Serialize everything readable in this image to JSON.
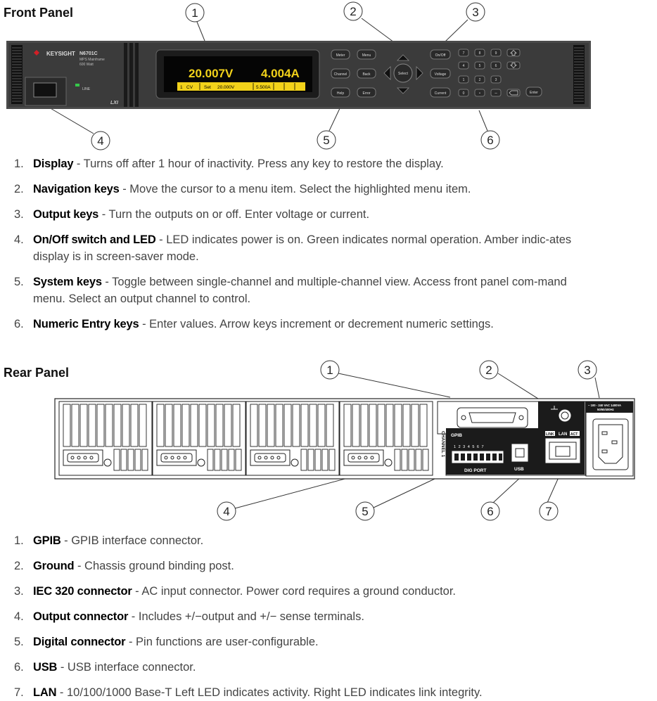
{
  "front": {
    "title": "Front Panel",
    "brand": "KEYSIGHT",
    "model": "N6701C",
    "model_sub1": "MPS Mainframe",
    "model_sub2": "600 Watt",
    "line_label": "LINE",
    "lxi_label": "LXI",
    "display": {
      "voltage": "20.007V",
      "current": "4.004A",
      "status": [
        "1",
        "CV",
        "Set",
        "20.000V",
        "5.500A"
      ]
    },
    "system_keys": [
      "Meter",
      "Menu",
      "Channel",
      "Back",
      "Help",
      "Error"
    ],
    "select_label": "Select",
    "output_keys": [
      "On/Off",
      "Voltage",
      "Current"
    ],
    "numpad": [
      "7",
      "8",
      "9",
      "4",
      "5",
      "6",
      "1",
      "2",
      "3",
      "0",
      "•",
      "–"
    ],
    "enter_label": "Enter",
    "callouts": [
      "1",
      "2",
      "3",
      "4",
      "5",
      "6"
    ],
    "items": [
      {
        "num": "1.",
        "term": "Display",
        "desc": " - Turns off after 1 hour of inactivity. Press any key to restore the display."
      },
      {
        "num": "2.",
        "term": "Navigation keys",
        "desc": " - Move the cursor to a menu item. Select the highlighted menu item."
      },
      {
        "num": "3.",
        "term": "Output keys",
        "desc": " - Turn the outputs on or off. Enter voltage or current."
      },
      {
        "num": "4.",
        "term": "On/Off switch and LED",
        "desc": " - LED indicates power is on. Green indicates normal operation. Amber indic-ates display is in screen-saver mode."
      },
      {
        "num": "5.",
        "term": "System keys",
        "desc": " - Toggle between single-channel and multiple-channel view. Access front panel com-mand menu. Select an output channel to control."
      },
      {
        "num": "6.",
        "term": "Numeric Entry keys",
        "desc": " - Enter values. Arrow keys increment or decrement numeric settings."
      }
    ]
  },
  "rear": {
    "title": "Rear Panel",
    "gpib_label": "GPIB",
    "channel_label": "CHANNEL 1",
    "dig_port_label": "DIG PORT",
    "dig_pin_labels": "1 2 3 4 5 6 7",
    "usb_label": "USB",
    "lan_labels": [
      "LINK",
      "LAN",
      "ACT"
    ],
    "ac_label": "~ 100 - 240 VAC 1400VA",
    "freq_label": "50/60/400Hz",
    "callouts": [
      "1",
      "2",
      "3",
      "4",
      "5",
      "6",
      "7"
    ],
    "items": [
      {
        "num": "1.",
        "term": "GPIB",
        "desc": " - GPIB interface connector."
      },
      {
        "num": "2.",
        "term": "Ground",
        "desc": " - Chassis ground binding post."
      },
      {
        "num": "3.",
        "term": "IEC 320 connector",
        "desc": " - AC input connector. Power cord requires a ground conductor."
      },
      {
        "num": "4.",
        "term": "Output connector",
        "desc": " - Includes +/−output and +/− sense terminals."
      },
      {
        "num": "5.",
        "term": "Digital connector",
        "desc": " - Pin functions are user-configurable."
      },
      {
        "num": "6.",
        "term": "USB",
        "desc": " - USB interface connector."
      },
      {
        "num": "7.",
        "term": "LAN",
        "desc": " - 10/100/1000 Base-T Left LED indicates activity. Right LED indicates link integrity."
      }
    ]
  }
}
